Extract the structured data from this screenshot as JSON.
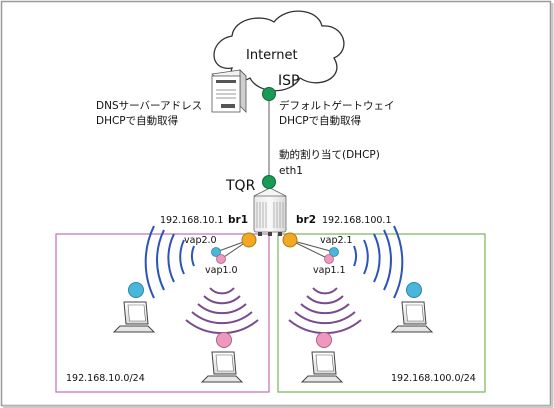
{
  "internet_label": "Internet",
  "isp_label": "ISP",
  "dns_note": {
    "line1": "DNSサーバーアドレス",
    "line2": "DHCPで自動取得"
  },
  "gateway_note": {
    "line1": "デフォルトゲートウェイ",
    "line2": "DHCPで自動取得"
  },
  "dhcp_note": {
    "line1": "動的割り当て(DHCP)",
    "line2": "eth1"
  },
  "device_label": "TQR",
  "br1": {
    "ip": "192.168.10.1",
    "name": "br1"
  },
  "br2": {
    "ip": "192.168.100.1",
    "name": "br2"
  },
  "vap": {
    "v20": "vap2.0",
    "v10": "vap1.0",
    "v21": "vap2.1",
    "v11": "vap1.1"
  },
  "subnet_left": "192.168.10.0/24",
  "subnet_right": "192.168.100.0/24",
  "colors": {
    "isp_node": "#1a9b55",
    "bridge_node": "#f2a822",
    "vap20_node": "#4ab6dc",
    "vap10_node": "#ef98bf",
    "left_box": "#c46fb5",
    "right_box": "#7ab55c",
    "wave_blue": "#2d55b5",
    "wave_purple": "#7a4a8e"
  }
}
